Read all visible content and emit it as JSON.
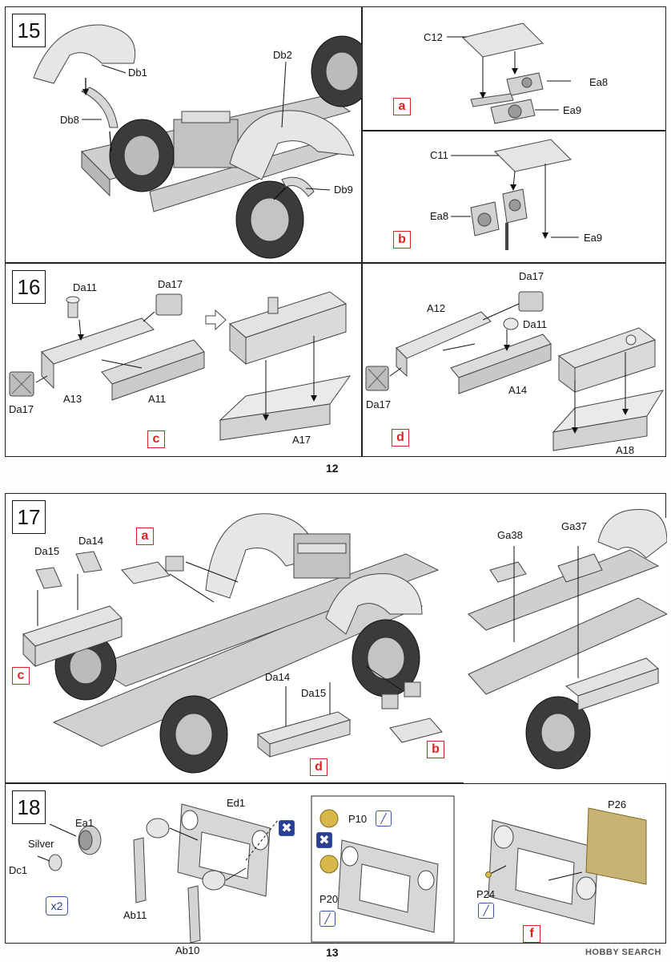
{
  "page_top": {
    "number": "12",
    "step15": {
      "step": "15",
      "labels": {
        "db1": "Db1",
        "db2": "Db2",
        "db8": "Db8",
        "db9": "Db9"
      }
    },
    "step15a": {
      "tag": "a",
      "labels": {
        "c12": "C12",
        "ea8": "Ea8",
        "ea9": "Ea9"
      }
    },
    "step15b": {
      "tag": "b",
      "labels": {
        "c11": "C11",
        "ea8": "Ea8",
        "ea9": "Ea9"
      }
    },
    "step16c": {
      "step": "16",
      "tag": "c",
      "labels": {
        "da11": "Da11",
        "da17_top": "Da17",
        "da17_left": "Da17",
        "a13": "A13",
        "a11": "A11",
        "a17": "A17"
      }
    },
    "step16d": {
      "tag": "d",
      "labels": {
        "da17_top": "Da17",
        "a12": "A12",
        "da11": "Da11",
        "da17_left": "Da17",
        "a14": "A14",
        "a18": "A18"
      }
    }
  },
  "page_bottom": {
    "number": "13",
    "step17": {
      "step": "17",
      "tags": {
        "a": "a",
        "c": "c",
        "d": "d",
        "b": "b"
      },
      "labels": {
        "da15": "Da15",
        "da14": "Da14",
        "da14_b": "Da14",
        "da15_b": "Da15",
        "ga38": "Ga38",
        "ga37": "Ga37"
      }
    },
    "step18": {
      "step": "18",
      "labels": {
        "ea1": "Ea1",
        "silver": "Silver",
        "dc1": "Dc1",
        "ed1": "Ed1",
        "ab11": "Ab11",
        "ab10": "Ab10",
        "p10": "P10",
        "p20": "P20",
        "p24": "P24",
        "p26": "P26"
      },
      "multiplier": "x2",
      "tag": "f"
    },
    "watermark": "HOBBY SEARCH"
  },
  "colors": {
    "tag_red": "#d22222",
    "icon_blue": "#2a3f90",
    "part_grey": "#d4d4d4",
    "gold": "#d9b84a"
  }
}
